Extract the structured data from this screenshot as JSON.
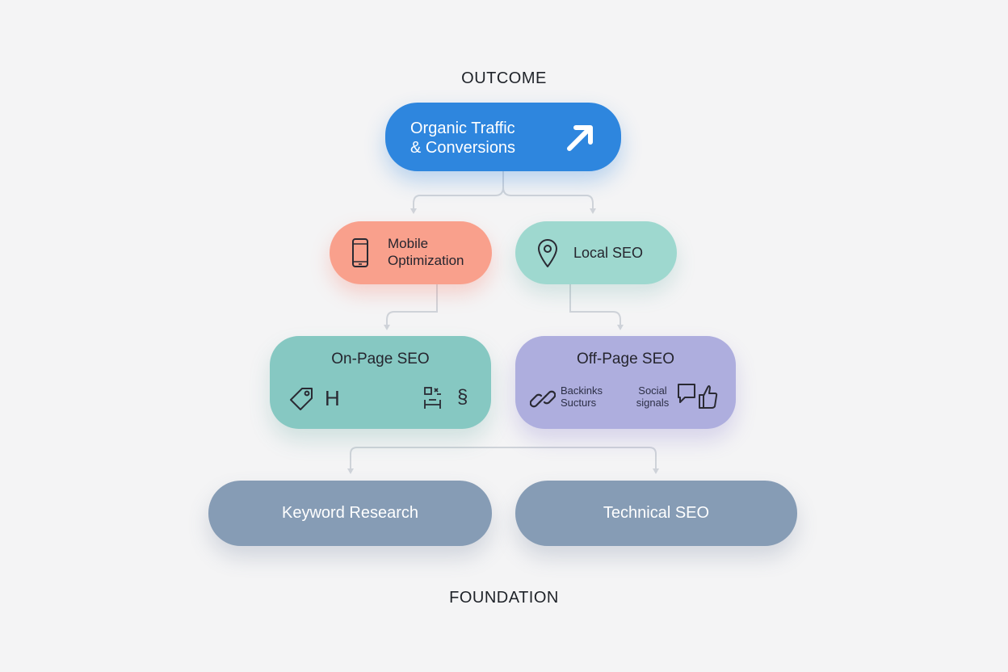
{
  "headings": {
    "top": "OUTCOME",
    "bottom": "FOUNDATION"
  },
  "nodes": {
    "organic": {
      "line1": "Organic Traffic",
      "line2": "& Conversions",
      "icon": "arrow-up-right-icon",
      "color": "#2e86de"
    },
    "mobile": {
      "line1": "Mobile",
      "line2": "Optimization",
      "icon": "smartphone-icon",
      "color": "#f9a08c"
    },
    "local": {
      "label": "Local SEO",
      "icon": "map-pin-icon",
      "color": "#9ed8cf"
    },
    "onpage": {
      "title": "On-Page SEO",
      "icons": [
        "tag-icon",
        "heading-icon",
        "structure-icon",
        "script-icon"
      ],
      "glyph_h": "H",
      "glyph_s": "§",
      "color": "#86c8c2"
    },
    "offpage": {
      "title": "Off-Page SEO",
      "backlinks_line1": "Backinks",
      "backlinks_line2": "Sucturs",
      "social_line1": "Social",
      "social_line2": "signals",
      "icons": [
        "link-icon",
        "chat-like-icon"
      ],
      "color": "#aeaede"
    },
    "keyword": {
      "label": "Keyword Research",
      "color": "#869cb5"
    },
    "technical": {
      "label": "Technical SEO",
      "color": "#869cb5"
    }
  }
}
